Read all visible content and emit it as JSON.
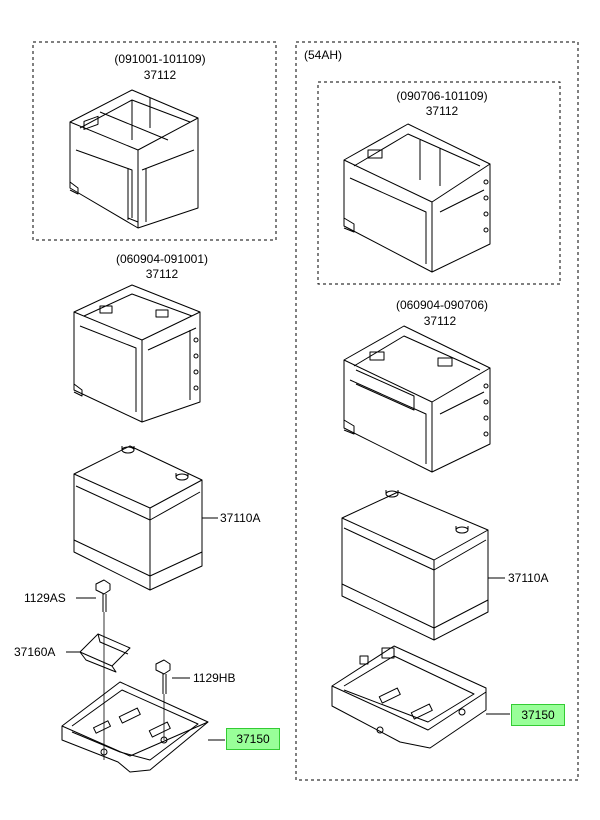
{
  "colors": {
    "line": "#000000",
    "highlight_fill": "#99ff99",
    "highlight_border": "#33cc33",
    "background": "#ffffff"
  },
  "left_group": {
    "box_range": "(091001-101109)",
    "box_part": "37112",
    "tray_range": "(060904-091001)",
    "tray_part": "37112",
    "battery_part": "37110A",
    "bolt_a": "1129AS",
    "clamp": "37160A",
    "bolt_b": "1129HB",
    "bracket_part": "37150"
  },
  "right_group": {
    "variant": "(54AH)",
    "box_range": "(090706-101109)",
    "box_part": "37112",
    "tray_range": "(060904-090706)",
    "tray_part": "37112",
    "battery_part": "37110A",
    "bracket_part": "37150"
  }
}
